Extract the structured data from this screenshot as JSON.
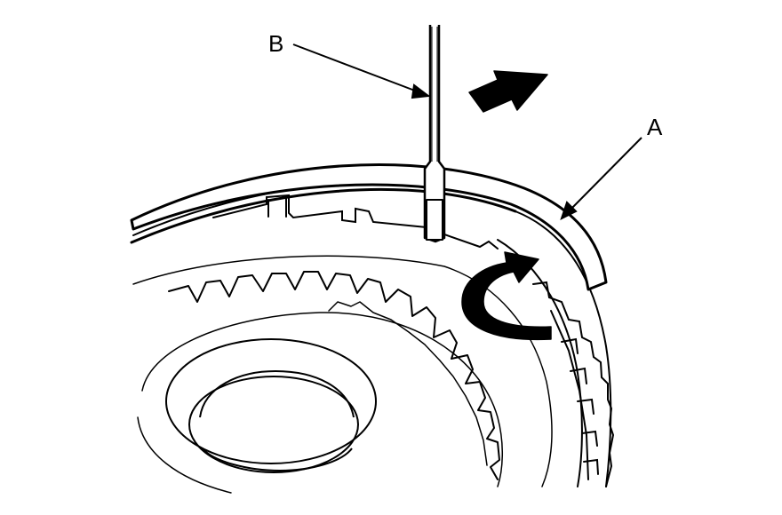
{
  "diagram": {
    "callouts": [
      {
        "id": "A",
        "label": "A"
      },
      {
        "id": "B",
        "label": "B"
      }
    ],
    "colors": {
      "ink": "#000000",
      "paper": "#ffffff"
    },
    "icons": {
      "arrow_straight": "arrow-right-up-icon",
      "arrow_curved": "rotate-arrow-icon"
    }
  }
}
